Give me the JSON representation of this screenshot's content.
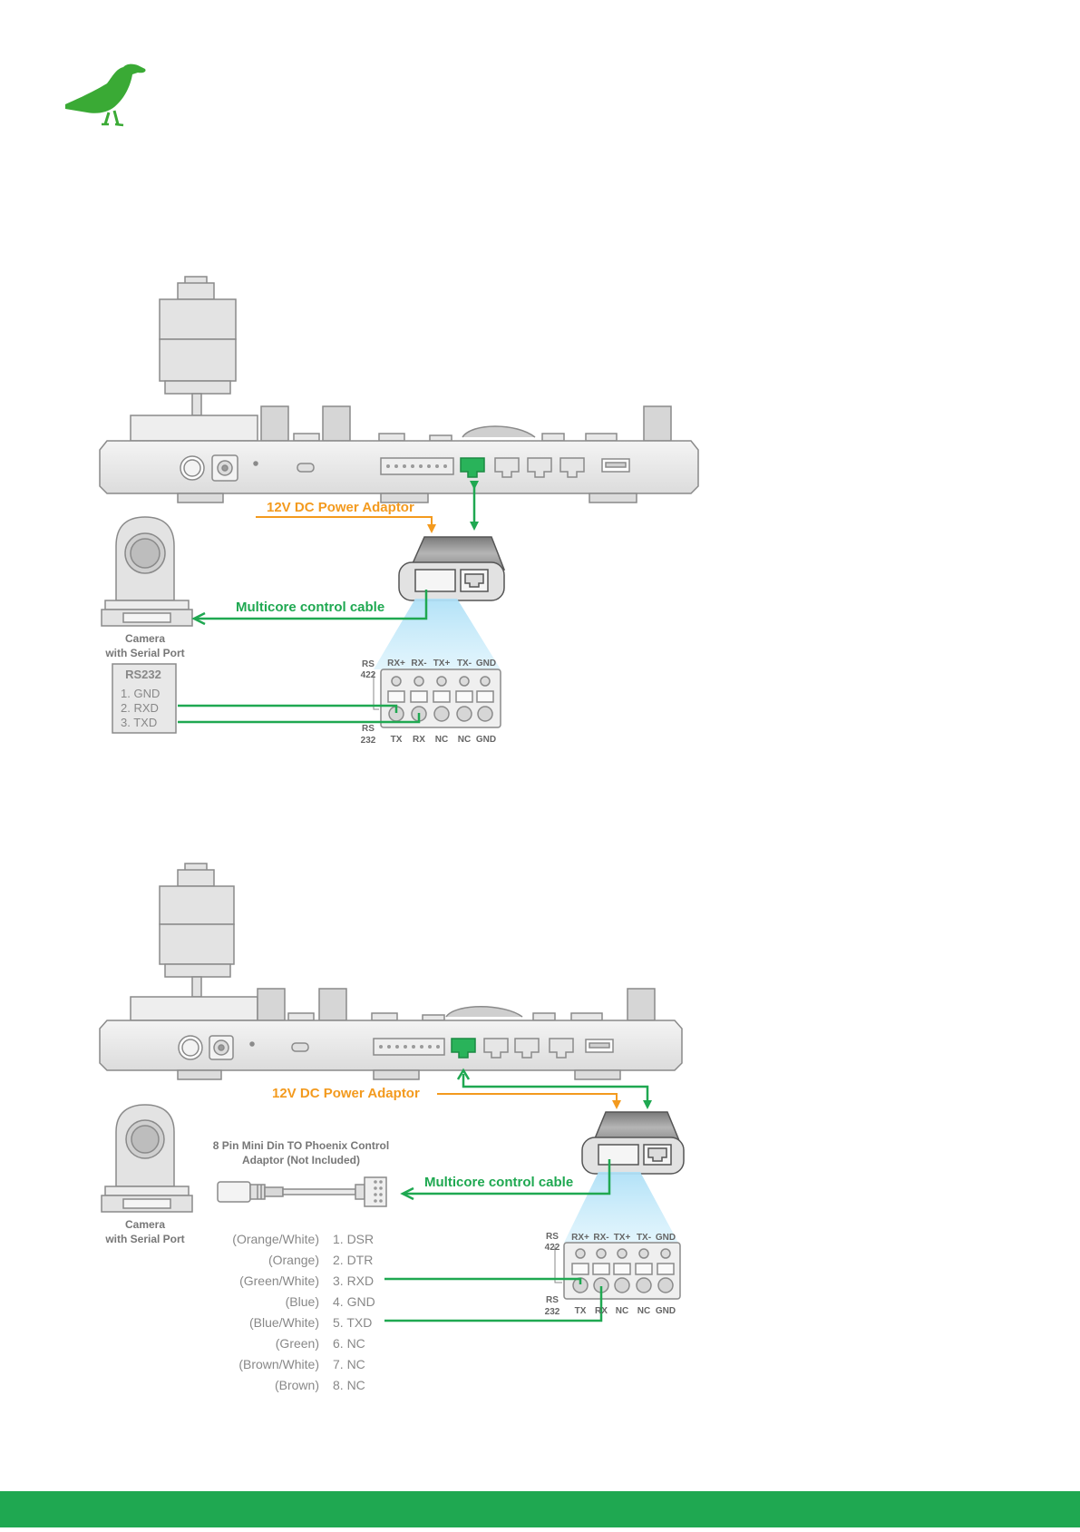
{
  "brand": {
    "color": "#3aaa35",
    "logo_icon": "bird-logo-icon"
  },
  "colors": {
    "green_wire": "#1fa851",
    "orange_wire": "#f39a1e",
    "beam": "#aee0f7",
    "device_gray": "#e6e6e6",
    "outline": "#8a8a8a",
    "footer": "#1fa851"
  },
  "diagram1": {
    "power_label": "12V DC Power Adaptor",
    "cable_label": "Multicore control cable",
    "camera_label_line1": "Camera",
    "camera_label_line2": "with Serial Port",
    "rs232_box": {
      "title": "RS232",
      "pins": [
        "1.   GND",
        "2.   RXD",
        "3.   TXD"
      ]
    },
    "terminal": {
      "rs422_label_1": "RS",
      "rs422_label_2": "422",
      "rs232_label_1": "RS",
      "rs232_label_2": "232",
      "top_labels": [
        "RX+",
        "RX-",
        "TX+",
        "TX-",
        "GND"
      ],
      "bottom_labels": [
        "TX",
        "RX",
        "NC",
        "NC",
        "GND"
      ]
    }
  },
  "diagram2": {
    "power_label": "12V DC Power Adaptor",
    "cable_label": "Multicore control cable",
    "camera_label_line1": "Camera",
    "camera_label_line2": "with Serial Port",
    "adaptor_label_line1": "8 Pin Mini Din TO Phoenix Control",
    "adaptor_label_line2": "Adaptor (Not Included)",
    "pinout": [
      {
        "color": "(Orange/White)",
        "pin": "1. DSR"
      },
      {
        "color": "(Orange)",
        "pin": "2. DTR"
      },
      {
        "color": "(Green/White)",
        "pin": "3. RXD"
      },
      {
        "color": "(Blue)",
        "pin": "4. GND"
      },
      {
        "color": "(Blue/White)",
        "pin": "5. TXD"
      },
      {
        "color": "(Green)",
        "pin": "6. NC"
      },
      {
        "color": "(Brown/White)",
        "pin": "7. NC"
      },
      {
        "color": "(Brown)",
        "pin": "8. NC"
      }
    ],
    "terminal": {
      "rs422_label_1": "RS",
      "rs422_label_2": "422",
      "rs232_label_1": "RS",
      "rs232_label_2": "232",
      "top_labels": [
        "RX+",
        "RX-",
        "TX+",
        "TX-",
        "GND"
      ],
      "bottom_labels": [
        "TX",
        "RX",
        "NC",
        "NC",
        "GND"
      ]
    }
  }
}
